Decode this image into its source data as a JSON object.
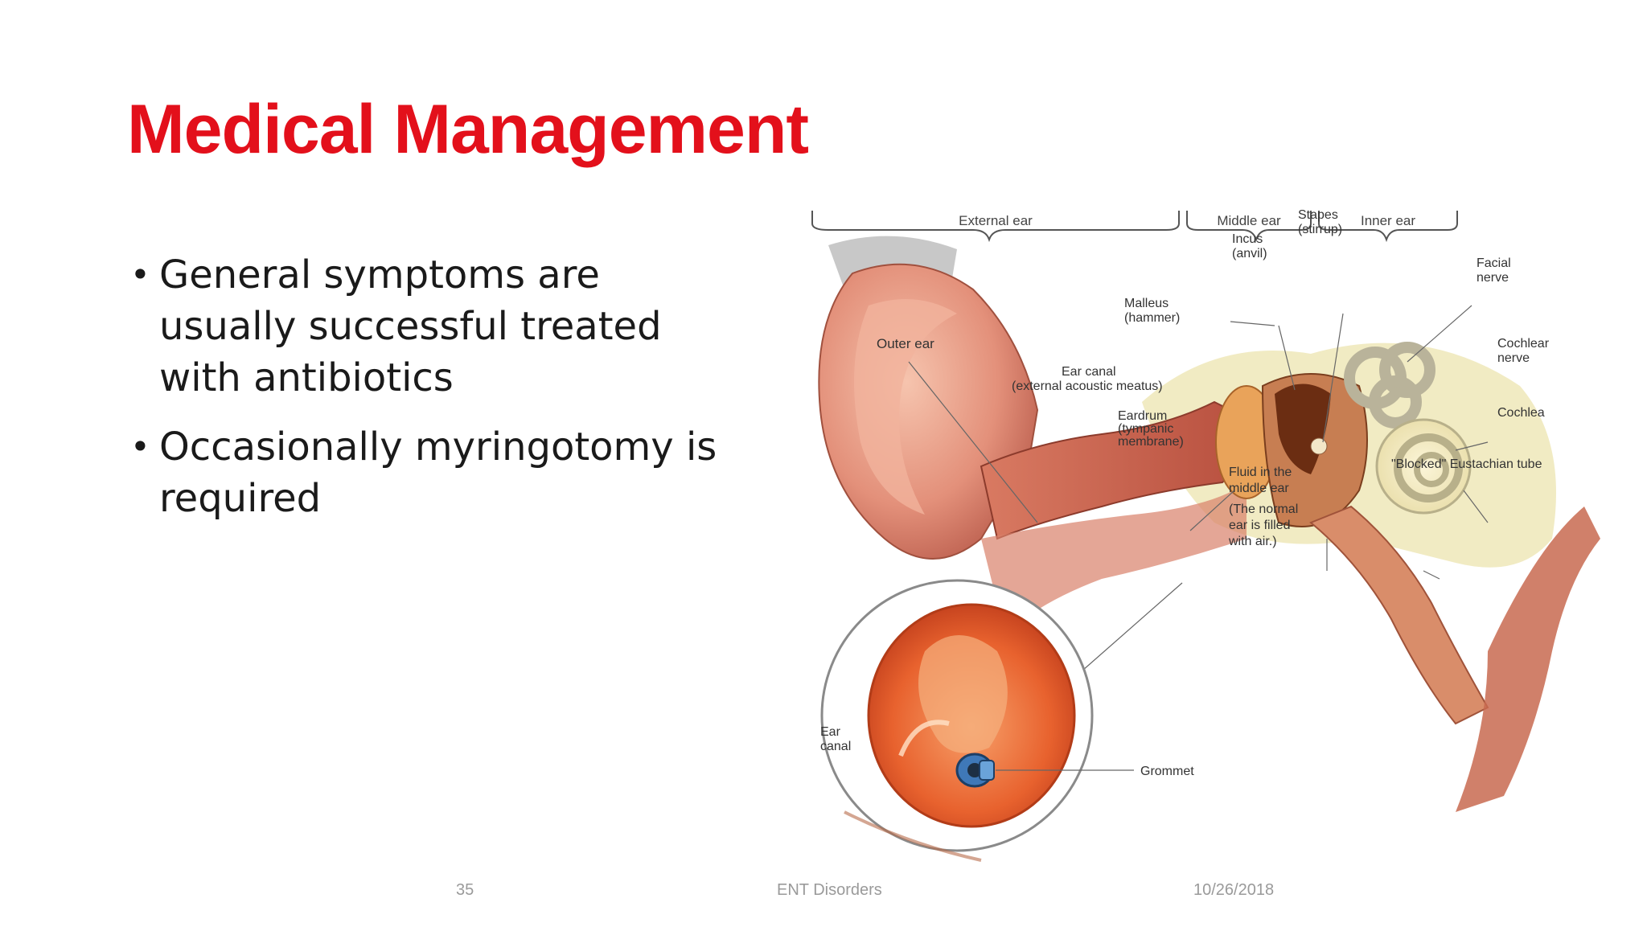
{
  "slide": {
    "title": "Medical Management",
    "bullets": [
      "General symptoms are usually successful treated with antibiotics",
      "Occasionally myringotomy is required"
    ]
  },
  "diagram": {
    "sections": [
      "External ear",
      "Middle ear",
      "Inner ear"
    ],
    "labels": {
      "outer_ear": "Outer ear",
      "ear_canal_line1": "Ear canal",
      "ear_canal_line2": "(external acoustic meatus)",
      "malleus_line1": "Malleus",
      "malleus_line2": "(hammer)",
      "incus_line1": "Incus",
      "incus_line2": "(anvil)",
      "stapes_line1": "Stapes",
      "stapes_line2": "(stirrup)",
      "facial_nerve_line1": "Facial",
      "facial_nerve_line2": "nerve",
      "cochlear_nerve_line1": "Cochlear",
      "cochlear_nerve_line2": "nerve",
      "cochlea": "Cochlea",
      "eardrum_line1": "Eardrum",
      "eardrum_line2": "(tympanic",
      "eardrum_line3": "membrane)",
      "eustachian_tube": "\"Blocked\" Eustachian tube",
      "fluid_line1": "Fluid in the",
      "fluid_line2": "middle ear",
      "fluid_line3": "(The normal",
      "fluid_line4": "ear is filled",
      "fluid_line5": "with air.)",
      "inset_canal_line1": "Ear",
      "inset_canal_line2": "canal",
      "grommet": "Grommet"
    }
  },
  "footer": {
    "page_number": "35",
    "center": "ENT Disorders",
    "date": "10/26/2018"
  }
}
